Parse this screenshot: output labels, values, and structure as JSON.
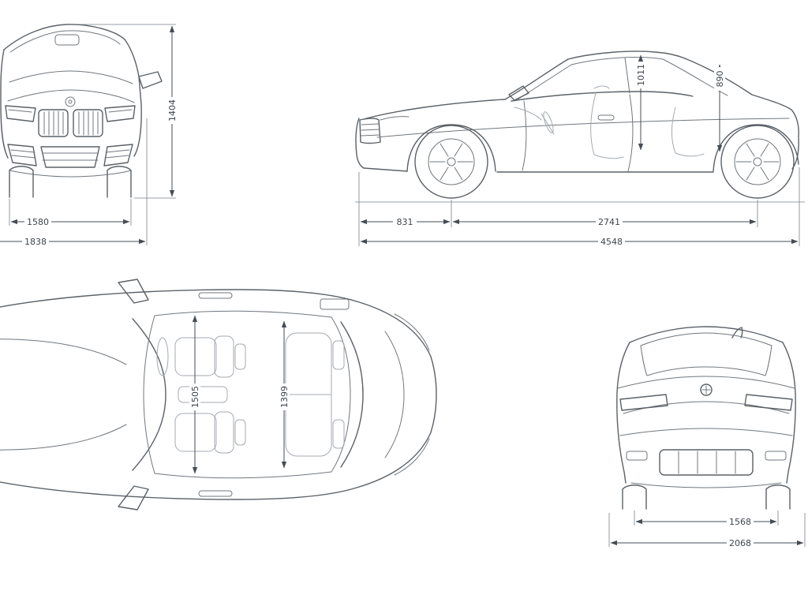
{
  "colors": {
    "background": "#ffffff",
    "outline": "#5b6167",
    "detail": "#71777d",
    "interior": "#a4aab0",
    "dimension": "#454c54",
    "text": "#3f454c"
  },
  "diagram": {
    "kind": "vehicle-dimension-blueprint",
    "units": "mm",
    "views": {
      "front": {
        "height": "1404",
        "track": "1580",
        "width": "1838"
      },
      "side": {
        "headroom_front": "1011",
        "headroom_rear": "890",
        "front_overhang": "831",
        "wheelbase": "2741",
        "length": "4548"
      },
      "top": {
        "interior_width_front": "1505",
        "interior_width_rear": "1399"
      },
      "rear": {
        "track": "1568",
        "width_with_mirrors": "2068"
      }
    }
  }
}
